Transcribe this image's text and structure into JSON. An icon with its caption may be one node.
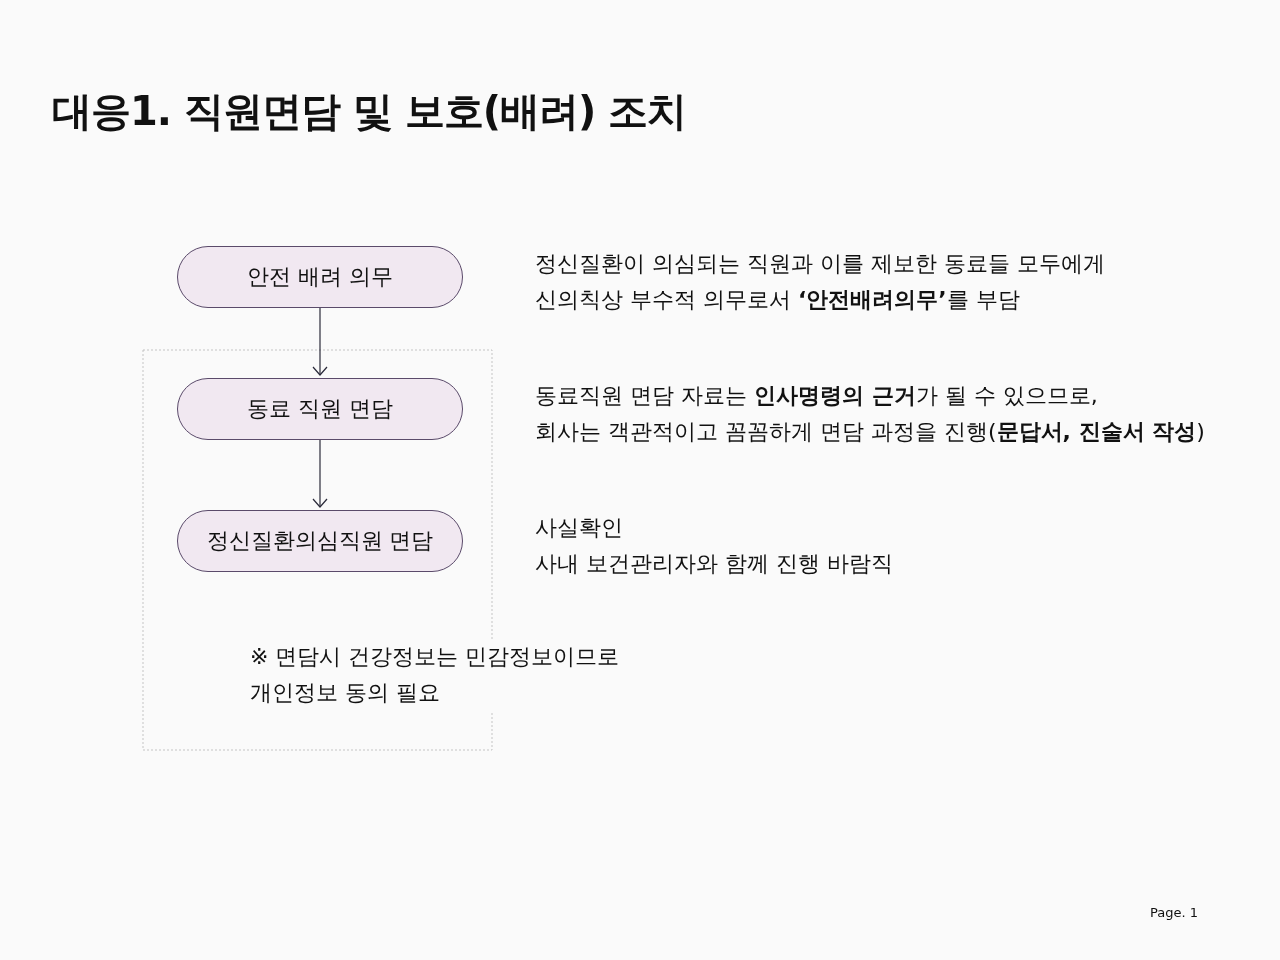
{
  "diagram": {
    "title": "대응1. 직원면담 및 보호(배려) 조치",
    "nodes": [
      {
        "text": [
          "안전 배려 의무"
        ],
        "beside": [
          "정신질환이 의심되는 직원과 이를 제보한 동료들 모두에게",
          "신의칙상 부수적 의무로서 **‘안전배려의무’**를 부담"
        ]
      },
      {
        "text": [
          "동료 직원 면담"
        ],
        "beside": [
          "동료직원 면담 자료는 **인사명령의 근거**가 될 수 있으므로,",
          "회사는 객관적이고 꼼꼼하게 면담 과정을 진행(**문답서, 진술서 작성**)"
        ]
      },
      {
        "text": [
          "정신질환의심직원 면담"
        ],
        "beside": [
          "사실확인",
          "사내 보건관리자와 함께 진행 바람직"
        ]
      }
    ],
    "edges": [
      {
        "from": 0,
        "to": 1,
        "arrow": "to"
      },
      {
        "from": 1,
        "to": 2,
        "arrow": "to"
      }
    ],
    "labels": [
      "※ 면담시 건강정보는 민감정보이므로 개인정보 동의 필요",
      "Page. 1"
    ]
  }
}
